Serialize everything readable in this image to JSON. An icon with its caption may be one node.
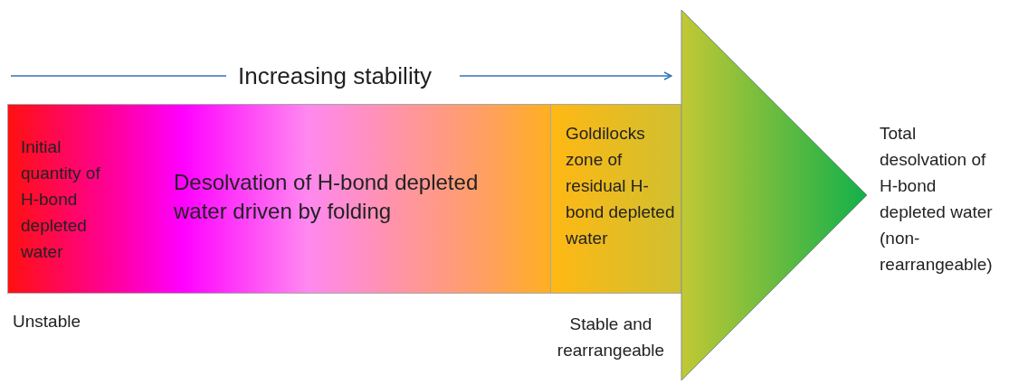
{
  "diagram": {
    "nodes": [
      {
        "text": [
          "Initial quantity of H-bond depleted water",
          "Desolvation of H-bond depleted water driven by folding"
        ],
        "beside": [
          "Unstable"
        ]
      },
      {
        "text": [
          "Goldilocks zone of residual H-bond depleted water"
        ],
        "beside": [
          "Stable and rearrangeable"
        ]
      },
      {
        "text": [],
        "shape": "triangle",
        "beside": [
          "Total desolvation of H-bond depleted water (non-rearrangeable)"
        ]
      }
    ],
    "labels": [
      "Increasing stability"
    ]
  }
}
